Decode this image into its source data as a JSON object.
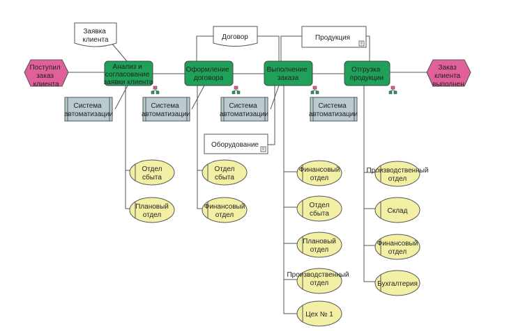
{
  "colors": {
    "event_fill": "#e0609a",
    "function_fill": "#1fa15a",
    "system_fill": "#b9cbd0",
    "unit_fill": "#f3f0a6",
    "doc_fill": "#ffffff",
    "line": "#555555"
  },
  "events": {
    "start": [
      "Поступил",
      "заказ",
      "клиента"
    ],
    "end": [
      "Заказ",
      "клиента",
      "выполнен"
    ]
  },
  "functions": {
    "f1": [
      "Анализ и",
      "согласование",
      "заявки клиента"
    ],
    "f2": [
      "Оформление",
      "договора"
    ],
    "f3": [
      "Выполнение",
      "заказа"
    ],
    "f4": [
      "Отгрузка",
      "продукции"
    ]
  },
  "documents": {
    "zayavka": [
      "Заявка",
      "клиента"
    ],
    "dogovor": [
      "Договор"
    ],
    "produkciya": [
      "Продукция"
    ],
    "oborudovanie": [
      "Оборудование"
    ]
  },
  "systems": {
    "s1": [
      "Система",
      "автоматизации"
    ],
    "s2": [
      "Система",
      "автоматизации"
    ],
    "s3": [
      "Система",
      "автоматизации"
    ],
    "s4": [
      "Система",
      "автоматизации"
    ]
  },
  "units": {
    "f1_sbyt": [
      "Отдел",
      "сбыта"
    ],
    "f1_plan": [
      "Плановый",
      "отдел"
    ],
    "f2_sbyt": [
      "Отдел",
      "сбыта"
    ],
    "f2_fin": [
      "Финансовый",
      "отдел"
    ],
    "f3_fin": [
      "Финансовый",
      "отдел"
    ],
    "f3_sbyt": [
      "Отдел",
      "сбыта"
    ],
    "f3_plan": [
      "Плановый",
      "отдел"
    ],
    "f3_proizv": [
      "Производственный",
      "отдел"
    ],
    "f3_ceh": [
      "Цех № 1"
    ],
    "f4_proizv": [
      "Производственный",
      "отдел"
    ],
    "f4_sklad": [
      "Склад"
    ],
    "f4_fin": [
      "Финансовый",
      "отдел"
    ],
    "f4_buh": [
      "Бухгалтерия"
    ]
  }
}
